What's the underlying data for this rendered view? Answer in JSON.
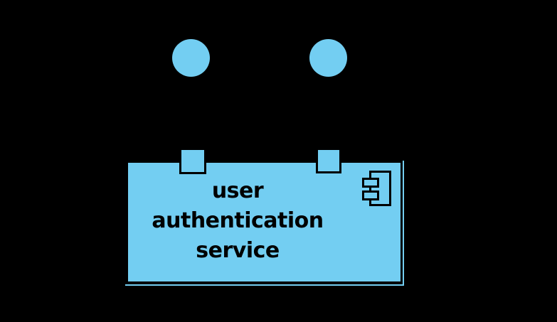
{
  "diagram": {
    "type": "uml-component-diagram",
    "colors": {
      "background": "#000000",
      "shape_fill": "#73CEF2",
      "outline": "#000000",
      "label_text": "#000000"
    },
    "component": {
      "label": "user authentication service",
      "label_lines": [
        "user",
        "authentication",
        "service"
      ],
      "icon": "uml-component-icon"
    },
    "interfaces": [
      {
        "name": "provided-interface-left",
        "shape": "lollipop-circle"
      },
      {
        "name": "provided-interface-right",
        "shape": "lollipop-circle"
      }
    ],
    "ports": [
      {
        "name": "port-left",
        "shape": "square"
      },
      {
        "name": "port-right",
        "shape": "square"
      }
    ]
  }
}
